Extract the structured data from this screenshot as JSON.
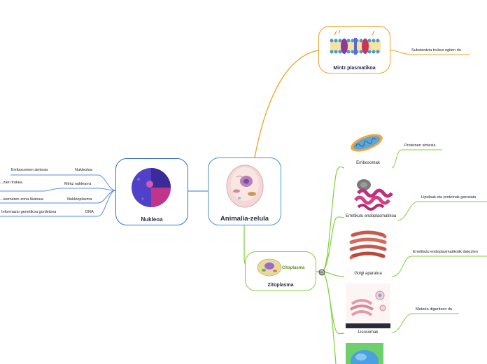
{
  "center": {
    "title": "Animalia-zelula"
  },
  "branches": {
    "membrane": {
      "title": "Mintz plasmatikoa",
      "note": "Substantzia trukea egiten du"
    },
    "nucleus": {
      "title": "Nukleoa",
      "items": [
        {
          "name": "Nukleoloa",
          "desc": "Erribosomen sintesia"
        },
        {
          "name": "Mintz nuklearra",
          "desc": "...zien trukea"
        },
        {
          "name": "Nukleoplasma",
          "desc": "...lasmaren zona likatsua"
        },
        {
          "name": "DNA",
          "desc": "Informazio genetikoa gordetzea"
        }
      ]
    },
    "cytoplasm": {
      "title": "Zitoplasma",
      "image_label": "Citoplasma",
      "organelles": [
        {
          "name": "Erribosomak",
          "desc": "Proteinen sintesia"
        },
        {
          "name": "Erretikulu endoplasmatikoa",
          "desc": "Lipidoak eta proteinak garraiatu"
        },
        {
          "name": "Golgi aparatua",
          "desc": "Erretikulu endoplasmatikotik datozten"
        },
        {
          "name": "Lisosomak",
          "desc": "Materia digeritzen du"
        }
      ]
    }
  },
  "colors": {
    "center_border": "#4a90d9",
    "nucleus_border": "#2f6fd1",
    "membrane_border": "#f0a020",
    "cytoplasm_border": "#7ed23a",
    "nucleus_line": "#5a8fe0",
    "membrane_line": "#f0a020",
    "cytoplasm_line": "#7ed23a"
  },
  "icons": [
    "animal-cell-icon",
    "nucleus-icon",
    "cell-membrane-icon",
    "cytoplasm-icon",
    "mitochondrion-icon",
    "endoplasmic-reticulum-icon",
    "golgi-icon",
    "lysosome-icon",
    "vacuole-icon",
    "globe-icon"
  ]
}
